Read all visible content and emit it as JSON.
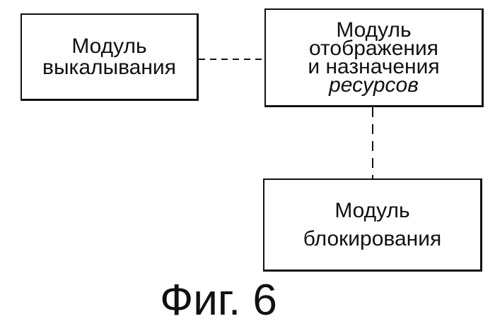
{
  "diagram": {
    "nodes": {
      "puncturing": {
        "line1": "Модуль",
        "line2": "выкалывания"
      },
      "mapping": {
        "line1": "Модуль",
        "line2": "отображения",
        "line3": "и назначения",
        "line4": "ресурсов"
      },
      "blocking": {
        "line1": "Модуль",
        "line2": "блокирования"
      }
    },
    "edges": [
      {
        "from": "puncturing",
        "to": "mapping",
        "style": "dashed"
      },
      {
        "from": "mapping",
        "to": "blocking",
        "style": "dashed"
      }
    ]
  },
  "caption": "Фиг. 6"
}
